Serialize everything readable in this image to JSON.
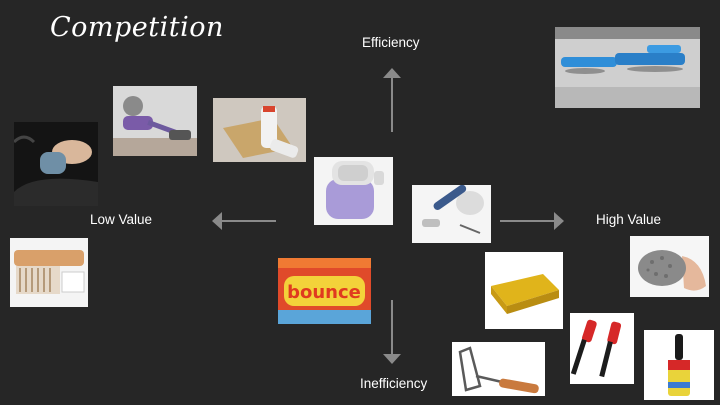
{
  "slide": {
    "title": "Competition",
    "axes": {
      "top": "Efficiency",
      "bottom": "Inefficiency",
      "left": "Low Value",
      "right": "High Value"
    }
  },
  "products": [
    {
      "name": "cordless stick vacuum"
    },
    {
      "name": "lint roller with paper"
    },
    {
      "name": "fabric shaver in hand"
    },
    {
      "name": "robotic blue floor cleaner"
    },
    {
      "name": "electric fabric shaver"
    },
    {
      "name": "handheld steam iron"
    },
    {
      "name": "wooden lint brush"
    },
    {
      "name": "dryer sheet box"
    },
    {
      "name": "yellow sponge"
    },
    {
      "name": "pumice stone"
    },
    {
      "name": "red lint brushes"
    },
    {
      "name": "metal lint remover"
    },
    {
      "name": "sticky lint roller"
    }
  ],
  "brand_text": "bounce",
  "colors": {
    "background": "#262626",
    "text": "#ffffff",
    "arrow": "#8a8a8a"
  }
}
